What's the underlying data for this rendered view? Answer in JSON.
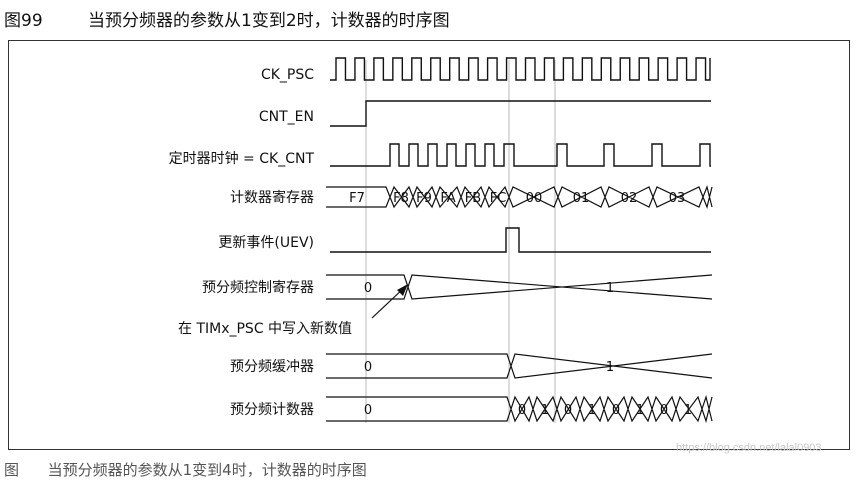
{
  "figure": {
    "number": "图99",
    "title": "当预分频器的参数从1变到2时，计数器的时序图"
  },
  "footer": {
    "number": "图",
    "title": "当预分频器的参数从1变到4时，计数器的时序图"
  },
  "watermark": "https://blog.csdn.net/lalal0903",
  "signals": [
    {
      "id": "ck_psc",
      "label": "CK_PSC"
    },
    {
      "id": "cnt_en",
      "label": "CNT_EN"
    },
    {
      "id": "ck_cnt",
      "label": "定时器时钟 = CK_CNT"
    },
    {
      "id": "counter_reg",
      "label": "计数器寄存器",
      "values": [
        "F7",
        "F8",
        "F9",
        "FA",
        "FB",
        "FC",
        "00",
        "01",
        "02",
        "03"
      ]
    },
    {
      "id": "uev",
      "label": "更新事件(UEV)"
    },
    {
      "id": "psc_ctrl",
      "label": "预分频控制寄存器",
      "values": [
        "0",
        "1"
      ]
    },
    {
      "id": "psc_buf",
      "label": "预分频缓冲器",
      "values": [
        "0",
        "1"
      ]
    },
    {
      "id": "psc_cnt",
      "label": "预分频计数器",
      "values": [
        "0",
        "0",
        "1",
        "0",
        "1",
        "0",
        "1",
        "0",
        "1"
      ]
    }
  ],
  "annotation": {
    "text": "在 TIMx_PSC 中写入新数值"
  },
  "colors": {
    "line": "#111111",
    "guide": "#bbbbbb",
    "watermark": "#c8c8c8"
  }
}
